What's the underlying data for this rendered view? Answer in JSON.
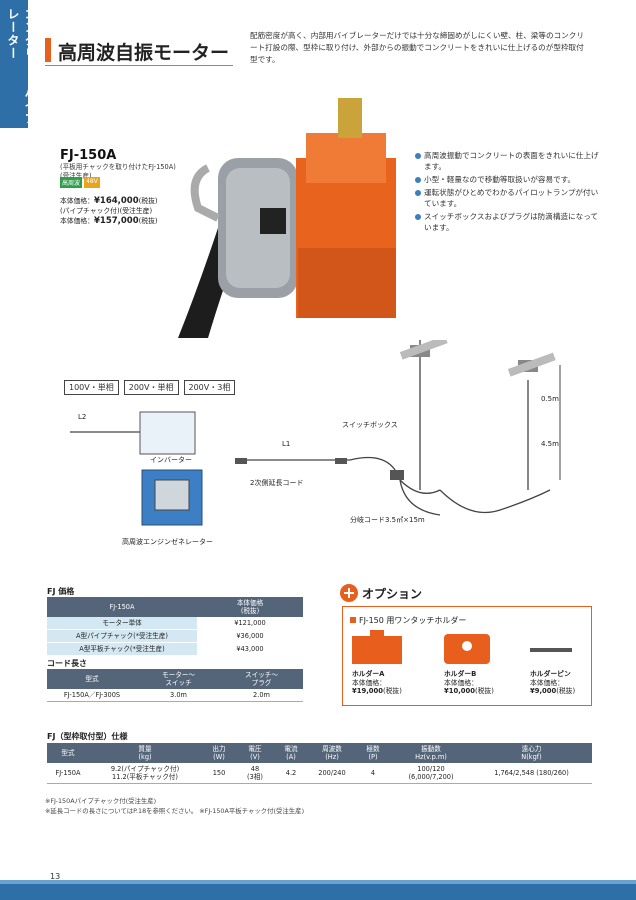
{
  "side_tab": "コンクリートバイブレーター",
  "title": "高周波自振モーター",
  "intro": "配筋密度が高く、内部用バイブレーターだけでは十分な締固めがしにくい壁、柱、梁等のコンクリート打設の際、型枠に取り付け、外部からの振動でコンクリートをきれいに仕上げるのが型枠取付型です。",
  "product": {
    "model": "FJ-150A",
    "note1": "(平板用チャックを取り付けたFJ-150A)",
    "note2": "(受注生産)",
    "badge_hf": "高周波",
    "badge_v": "48V",
    "price1_label": "本体価格：",
    "price1": "¥164,000",
    "price1_tax": "(税抜)",
    "note3": "(パイプチャック付)(受注生産)",
    "price2_label": "本体価格：",
    "price2": "¥157,000",
    "price2_tax": "(税抜)"
  },
  "features": [
    "高周波振動でコンクリートの表面をきれいに仕上げます。",
    "小型・軽量なので移動等取扱いが容易です。",
    "運転状態がひとめでわかるパイロットランプが付いています。",
    "スイッチボックスおよびプラグは防滴構造になっています。"
  ],
  "voltages": [
    "100V・単相",
    "200V・単相",
    "200V・3相"
  ],
  "diagram_labels": {
    "l2": "L2",
    "l1": "L1",
    "inverter": "インバーター",
    "generator": "高周波エンジンゼネレーター",
    "cable": "2次側延長コード",
    "switchbox": "スイッチボックス",
    "branch": "分岐コード3.5㎡×15m",
    "d05": "0.5m",
    "d45": "4.5m"
  },
  "price_table": {
    "heading": "FJ 価格",
    "col1": "FJ-150A",
    "col2": "本体価格\n(税抜)",
    "rows": [
      {
        "label": "モーター単体",
        "price": "¥121,000"
      },
      {
        "label": "A型パイプチャック(*受注生産)",
        "price": "¥36,000"
      },
      {
        "label": "A型平板チャック(*受注生産)",
        "price": "¥43,000"
      }
    ]
  },
  "cord_table": {
    "heading": "コード長さ",
    "col1": "型式",
    "col2": "モーター～\nスイッチ",
    "col3": "スイッチ～\nプラグ",
    "row": {
      "model": "FJ-150A／FJ-300S",
      "a": "3.0m",
      "b": "2.0m"
    }
  },
  "options": {
    "title": "オプション",
    "sub": "FJ-150 用ワンタッチホルダー",
    "items": [
      {
        "name": "ホルダーA",
        "label": "本体価格：",
        "price": "¥19,000",
        "tax": "(税抜)"
      },
      {
        "name": "ホルダーB",
        "label": "本体価格：",
        "price": "¥10,000",
        "tax": "(税抜)"
      },
      {
        "name": "ホルダーピン",
        "label": "本体価格：",
        "price": "¥9,000",
        "tax": "(税抜)"
      }
    ]
  },
  "spec_table": {
    "heading": "FJ（型枠取付型）仕様",
    "headers": [
      "型式",
      "質量\n(kg)",
      "出力\n(W)",
      "電圧\n(V)",
      "電流\n(A)",
      "周波数\n(Hz)",
      "極数\n(P)",
      "振動数\nHz(v.p.m)",
      "遠心力\nN(kgf)"
    ],
    "row": {
      "model": "FJ-150A",
      "mass1": "9.2(パイプチャック付)",
      "mass2": "11.2(平板チャック付)",
      "output": "150",
      "voltage": "48\n(3相)",
      "current": "4.2",
      "freq": "200/240",
      "poles": "4",
      "vib": "100/120\n(6,000/7,200)",
      "force": "1,764/2,548 (180/260)"
    }
  },
  "footnotes": [
    "※FJ-150Aパイプチャック付(受注生産)",
    "※延長コードの長さについてはP.18を参照ください。 ※FJ-150A平板チャック付(受注生産)"
  ],
  "page_number": "13"
}
